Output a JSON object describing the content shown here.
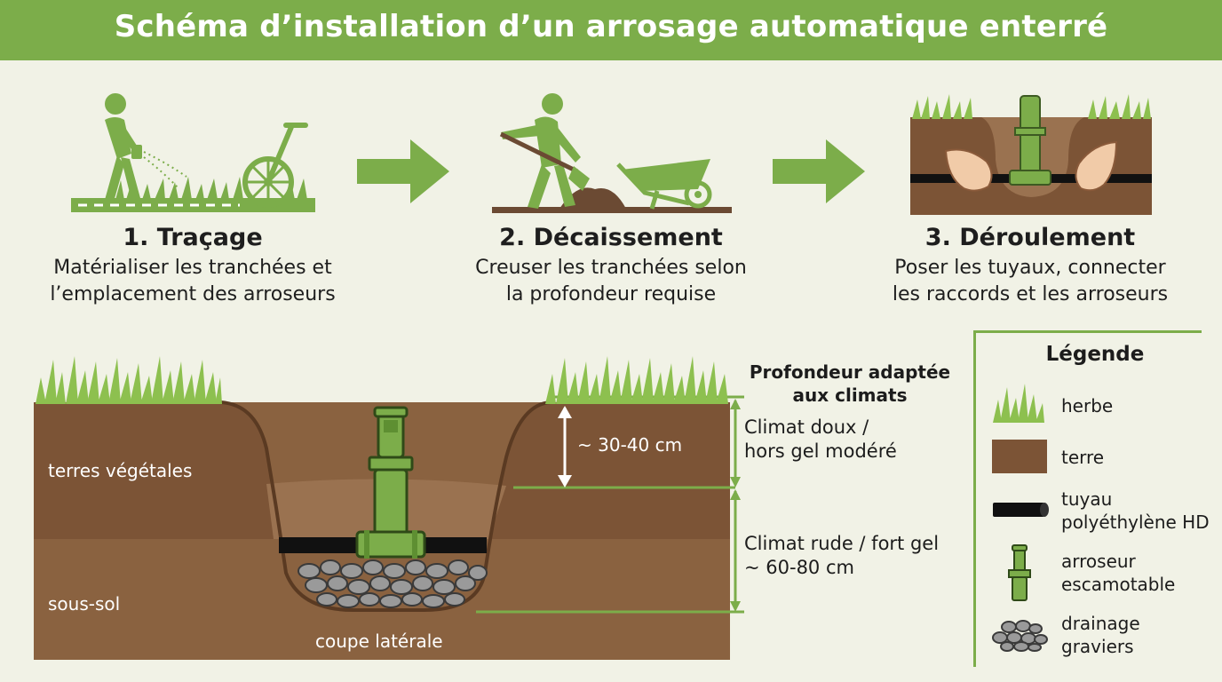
{
  "title": "Schéma d’installation d’un arrosage automatique enterré",
  "steps": [
    {
      "title": "1. Traçage",
      "line1": "Matérialiser les tranchées et",
      "line2": "l’emplacement des arroseurs"
    },
    {
      "title": "2. Décaissement",
      "line1": "Creuser les tranchées selon",
      "line2": "la profondeur requise"
    },
    {
      "title": "3. Déroulement",
      "line1": "Poser les tuyaux, connecter",
      "line2": "les raccords et les arroseurs"
    }
  ],
  "cross_section": {
    "topsoil_label": "terres végétales",
    "subsoil_label": "sous-sol",
    "caption": "coupe latérale",
    "shallow_depth": "~ 30-40 cm"
  },
  "depth": {
    "heading_line1": "Profondeur adaptée",
    "heading_line2": "aux climats",
    "mild_line1": "Climat doux /",
    "mild_line2": "hors gel modéré",
    "harsh_line1": "Climat rude / fort gel",
    "harsh_line2": "~ 60-80 cm"
  },
  "legend": {
    "title": "Légende",
    "items": [
      {
        "icon": "grass-icon",
        "line1": "herbe",
        "line2": ""
      },
      {
        "icon": "soil-icon",
        "line1": "terre",
        "line2": ""
      },
      {
        "icon": "pipe-icon",
        "line1": "tuyau",
        "line2": "polyéthylène HD"
      },
      {
        "icon": "sprinkler-icon",
        "line1": "arroseur",
        "line2": "escamotable"
      },
      {
        "icon": "gravel-icon",
        "line1": "drainage",
        "line2": "graviers"
      }
    ]
  },
  "colors": {
    "accent_green": "#7cad4a",
    "grass_green": "#8dc04f",
    "topsoil": "#7c5436",
    "subsoil": "#8a6240",
    "pipe": "#111111"
  }
}
